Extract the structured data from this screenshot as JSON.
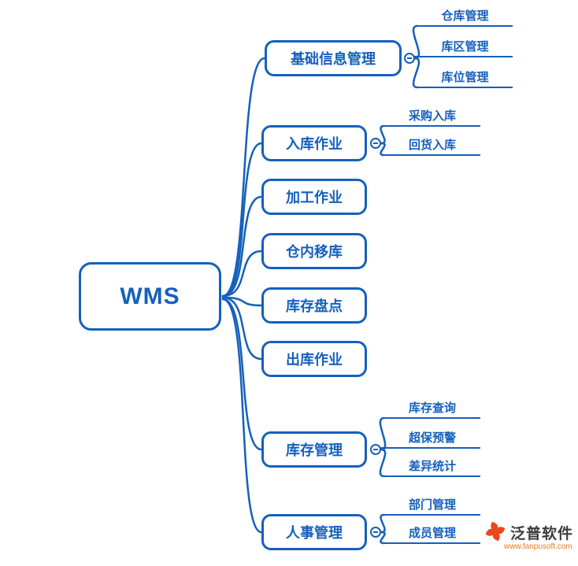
{
  "root": {
    "label": "WMS"
  },
  "branches": [
    {
      "label": "基础信息管理",
      "children": [
        "仓库管理",
        "库区管理",
        "库位管理"
      ]
    },
    {
      "label": "入库作业",
      "children": [
        "采购入库",
        "回货入库"
      ]
    },
    {
      "label": "加工作业",
      "children": []
    },
    {
      "label": "仓内移库",
      "children": []
    },
    {
      "label": "库存盘点",
      "children": []
    },
    {
      "label": "出库作业",
      "children": []
    },
    {
      "label": "库存管理",
      "children": [
        "库存查询",
        "超保预警",
        "差异统计"
      ]
    },
    {
      "label": "人事管理",
      "children": [
        "部门管理",
        "成员管理"
      ]
    }
  ],
  "logo": {
    "name": "泛普软件",
    "url": "www.fanpusoft.com"
  },
  "colors": {
    "primary": "#1560bd",
    "logo_red": "#e8491d",
    "logo_url_orange": "#e87b1e"
  }
}
